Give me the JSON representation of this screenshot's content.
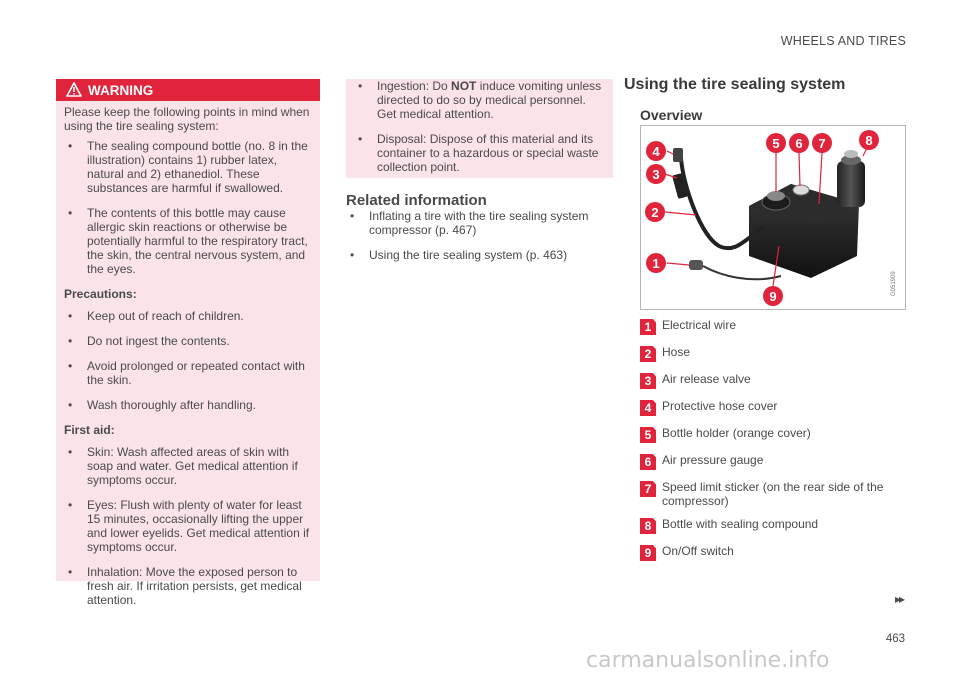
{
  "header": {
    "section": "WHEELS AND TIRES"
  },
  "warning": {
    "title": "WARNING",
    "intro": "Please keep the following points in mind when using the tire sealing system:",
    "points": [
      "The sealing compound bottle (no. 8 in the illustration) contains 1) rubber latex, natural and 2) ethanediol. These substances are harmful if swallowed.",
      "The contents of this bottle may cause allergic skin reactions or otherwise be potentially harmful to the respiratory tract, the skin, the central nervous system, and the eyes."
    ],
    "precautions_title": "Precautions:",
    "precautions": [
      "Keep out of reach of children.",
      "Do not ingest the contents.",
      "Avoid prolonged or repeated contact with the skin.",
      "Wash thoroughly after handling."
    ],
    "first_aid_title": "First aid:",
    "first_aid": [
      "Skin: Wash affected areas of skin with soap and water. Get medical attention if symptoms occur.",
      "Eyes: Flush with plenty of water for least 15 minutes, occasionally lifting the upper and lower eyelids. Get medical attention if symptoms occur.",
      "Inhalation: Move the exposed person to fresh air. If irritation persists, get medical attention."
    ],
    "continued": {
      "ingestion_prefix": "Ingestion: Do ",
      "ingestion_emphasis": "NOT",
      "ingestion_suffix": " induce vomiting unless directed to do so by medical personnel. Get medical attention.",
      "disposal": "Disposal: Dispose of this material and its container to a hazardous or special waste collection point."
    }
  },
  "related": {
    "title": "Related information",
    "items": [
      "Inflating a tire with the tire sealing system compressor (p. 467)",
      "Using the tire sealing system (p. 463)"
    ]
  },
  "main": {
    "title": "Using the tire sealing system",
    "subtitle": "Overview",
    "figure_code": "G051909",
    "callouts": [
      {
        "num": "1",
        "label": "Electrical wire"
      },
      {
        "num": "2",
        "label": "Hose"
      },
      {
        "num": "3",
        "label": "Air release valve"
      },
      {
        "num": "4",
        "label": "Protective hose cover"
      },
      {
        "num": "5",
        "label": "Bottle holder (orange cover)"
      },
      {
        "num": "6",
        "label": "Air pressure gauge"
      },
      {
        "num": "7",
        "label": "Speed limit sticker (on the rear side of the compressor)"
      },
      {
        "num": "8",
        "label": "Bottle with sealing compound"
      },
      {
        "num": "9",
        "label": "On/Off switch"
      }
    ]
  },
  "footer": {
    "page_number": "463",
    "more_marker": "▸▸",
    "watermark": "carmanualsonline.info"
  },
  "colors": {
    "accent": "#e0243c",
    "panel": "#fbe3ea",
    "text": "#4a4a4a"
  }
}
